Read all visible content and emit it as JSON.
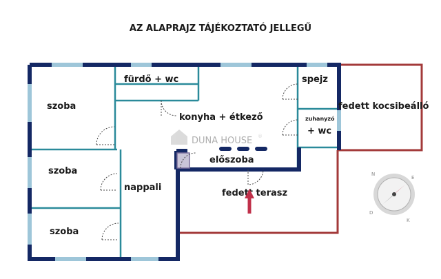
{
  "title": "AZ ALAPRAJZ TÁJÉKOZTATÓ JELLEGŰ",
  "rooms": {
    "szoba1": "szoba",
    "szoba2": "szoba",
    "szoba3": "szoba",
    "nappali": "nappali",
    "furdo": "fürdő + wc",
    "konyha": "konyha + étkező",
    "spejz": "spejz",
    "zuhanyzo_line1": "zuhanyzó",
    "zuhanyzo_line2": "+ wc",
    "eloszoba": "előszoba",
    "terasz": "fedett terasz",
    "kocsibeallo": "fedett kocsibeálló"
  },
  "watermark": "DUNA HOUSE",
  "watermark_mark": "®",
  "compass": {
    "labels": [
      "N",
      "E",
      "D",
      "K"
    ]
  },
  "colors": {
    "outer_wall": "#142864",
    "inner_wall": "#2a8a9a",
    "covered_outline": "#a33a3a",
    "window": "#9ec6d9",
    "entrance_arrow": "#c0304a"
  },
  "icons": {
    "entrance": "arrow-up-icon",
    "compass": "compass-icon"
  }
}
